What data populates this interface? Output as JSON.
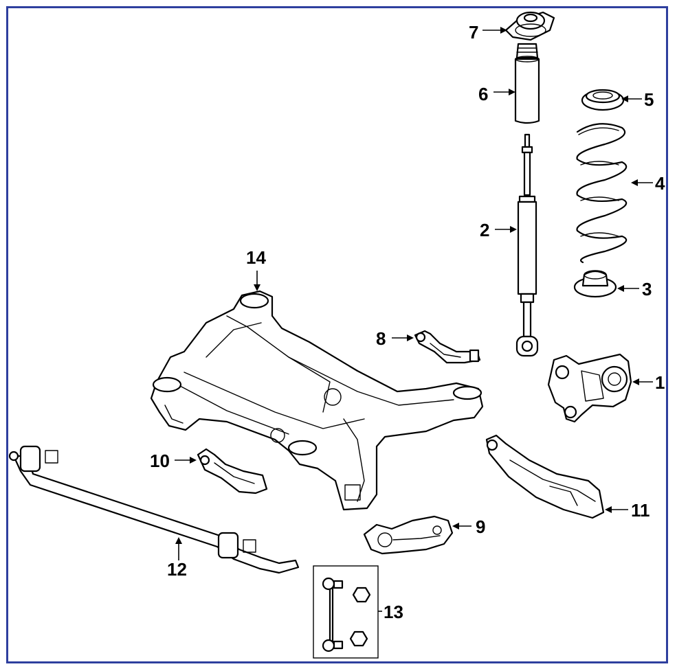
{
  "frame_color": "#2e3f9e",
  "callouts": [
    "1",
    "2",
    "3",
    "4",
    "5",
    "6",
    "7",
    "8",
    "9",
    "10",
    "11",
    "12",
    "13",
    "14"
  ]
}
